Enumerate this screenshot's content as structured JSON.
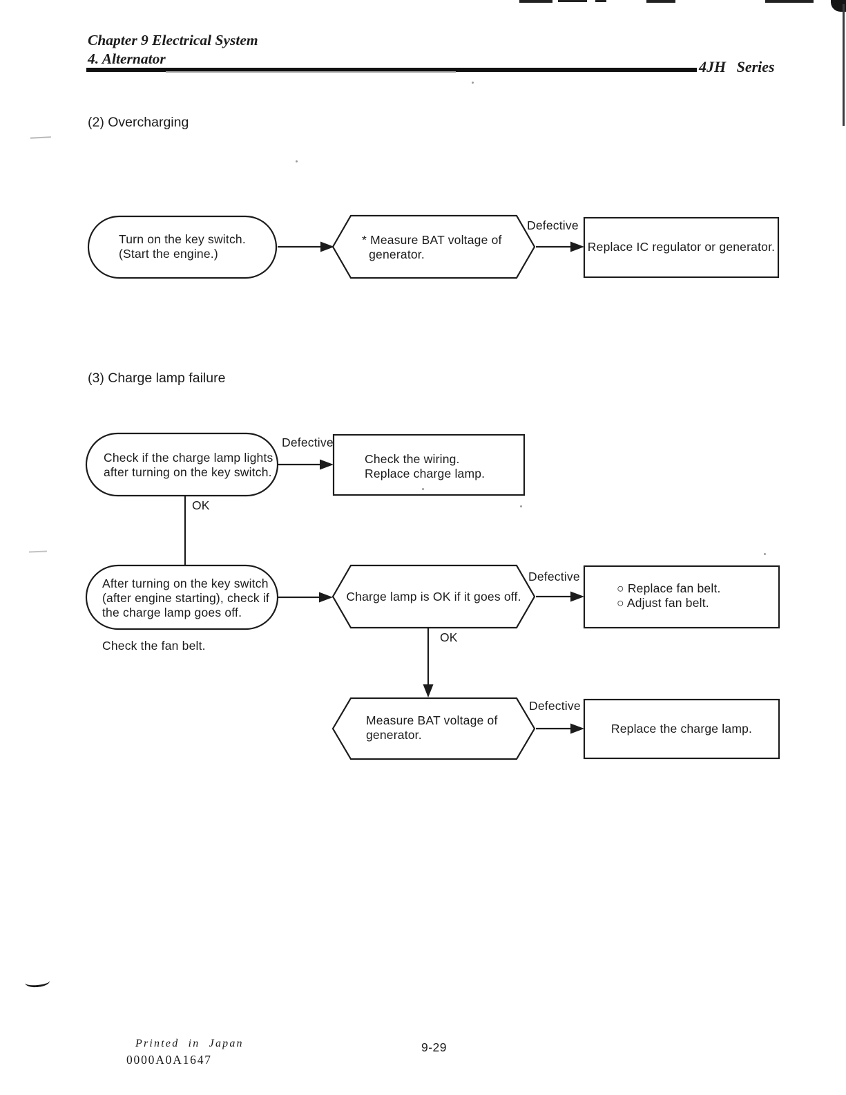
{
  "header": {
    "chapter": "Chapter 9 Electrical System",
    "section": "4. Alternator",
    "series": "4JH  Series"
  },
  "overcharging": {
    "heading": "(2) Overcharging",
    "start": "Turn on the key switch.\n(Start the engine.)",
    "measure": "* Measure BAT voltage of\n  generator.",
    "defective": "Defective",
    "action": "Replace IC regulator or generator."
  },
  "charge_lamp": {
    "heading": "(3) Charge lamp failure",
    "step1": "Check if the charge lamp lights\nafter turning on the key switch.",
    "defective1": "Defective",
    "action1": "Check the wiring.\nReplace charge lamp.",
    "ok1": "OK",
    "step2": "After turning on the key switch\n(after engine starting), check if\nthe charge lamp goes off.",
    "note": "Check the fan belt.",
    "check2": "Charge lamp is OK if it goes off.",
    "defective2": "Defective",
    "action2": "○ Replace fan belt.\n○ Adjust fan belt.",
    "ok2": "OK",
    "check3": "Measure BAT voltage of\ngenerator.",
    "defective3": "Defective",
    "action3": "Replace the charge lamp."
  },
  "footer": {
    "printed_in": "Printed in Japan",
    "code": "0000A0A1647",
    "page_number": "9-29"
  },
  "colors": {
    "ink": "#1c1c1c",
    "paper": "#ffffff"
  }
}
